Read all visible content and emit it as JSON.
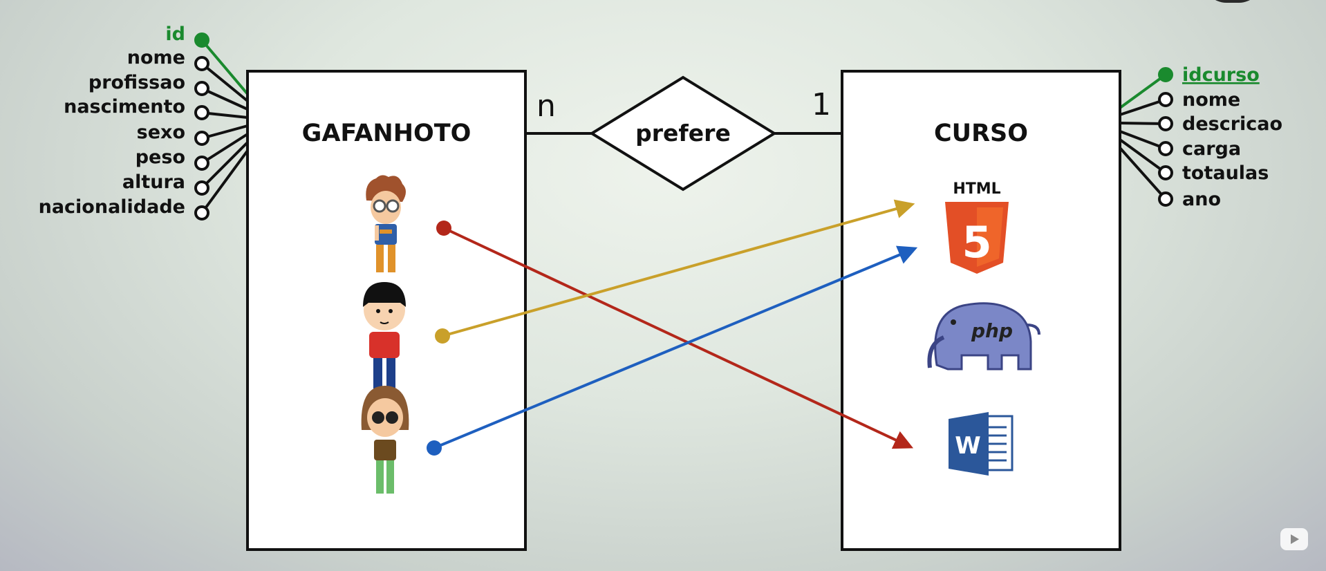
{
  "entities": [
    {
      "name": "GAFANHOTO",
      "attributes": [
        {
          "label": "id",
          "key": true
        },
        {
          "label": "nome",
          "key": false
        },
        {
          "label": "profissao",
          "key": false
        },
        {
          "label": "nascimento",
          "key": false
        },
        {
          "label": "sexo",
          "key": false
        },
        {
          "label": "peso",
          "key": false
        },
        {
          "label": "altura",
          "key": false
        },
        {
          "label": "nacionalidade",
          "key": false
        }
      ]
    },
    {
      "name": "CURSO",
      "attributes": [
        {
          "label": "idcurso",
          "key": true
        },
        {
          "label": "nome",
          "key": false
        },
        {
          "label": "descricao",
          "key": false
        },
        {
          "label": "carga",
          "key": false
        },
        {
          "label": "totaulas",
          "key": false
        },
        {
          "label": "ano",
          "key": false
        }
      ]
    }
  ],
  "relationship": {
    "label": "prefere",
    "cardinality_left": "n",
    "cardinality_right": "1"
  },
  "icons": {
    "people": [
      "boy-with-glasses-icon",
      "boy-red-shirt-icon",
      "girl-brown-hair-icon"
    ],
    "courses": [
      "html5-logo-icon",
      "php-elephant-icon",
      "word-document-icon"
    ],
    "html5_caption": "HTML",
    "html5_number": "5",
    "php_text": "php",
    "word_letter": "W"
  },
  "links": [
    {
      "from": "boy-with-glasses-icon",
      "to": "word-document-icon",
      "color": "#b3271a"
    },
    {
      "from": "boy-red-shirt-icon",
      "to": "html5-logo-icon",
      "color": "#c9a02a"
    },
    {
      "from": "girl-brown-hair-icon",
      "to": "php-elephant-icon",
      "color": "#1e5fbf"
    }
  ],
  "colors": {
    "key_attribute": "#1a8a2e",
    "attribute": "#111111",
    "entity_fill": "#ffffff",
    "entity_border": "#111111"
  }
}
